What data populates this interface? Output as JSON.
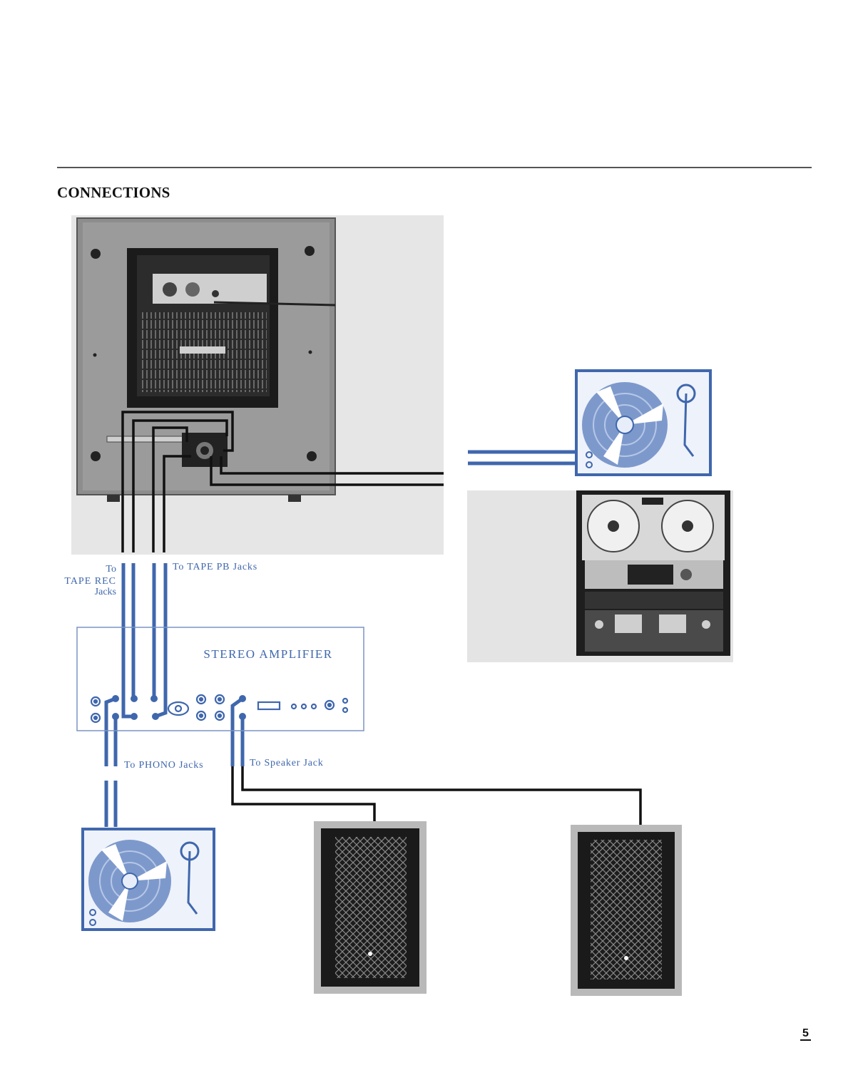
{
  "page": {
    "heading": "CONNECTIONS",
    "page_number": "5"
  },
  "labels": {
    "tape_rec": [
      "To",
      "TAPE REC",
      "Jacks"
    ],
    "tape_pb": "To TAPE PB Jacks",
    "amplifier": "STEREO AMPLIFIER",
    "phono": "To PHONO Jacks",
    "speaker": "To Speaker Jack"
  },
  "colors": {
    "cable_blue": "#3f67ad",
    "cable_black": "#111111",
    "label_blue": "#3f67ad"
  }
}
